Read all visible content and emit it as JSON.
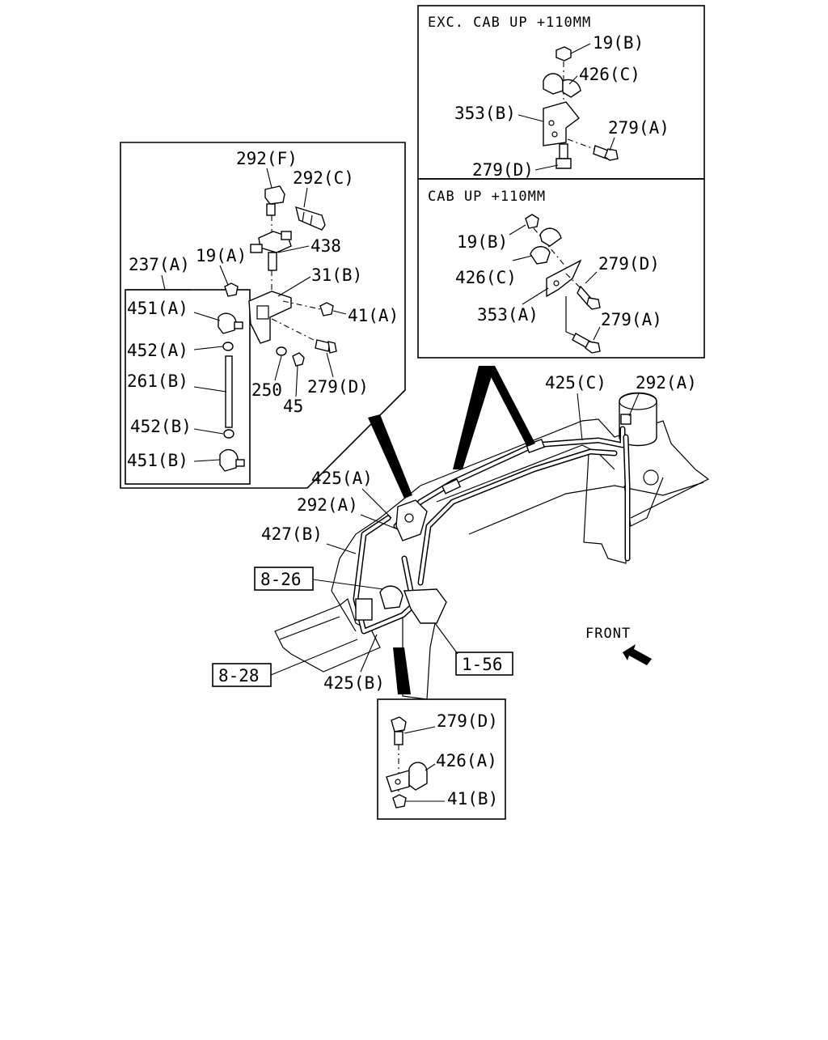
{
  "inset_top_right_upper": {
    "header": "EXC. CAB UP +110MM",
    "labels": [
      "19(B)",
      "426(C)",
      "353(B)",
      "279(A)",
      "279(D)"
    ]
  },
  "inset_top_right_lower": {
    "header": "CAB UP +110MM",
    "labels": [
      "19(B)",
      "426(C)",
      "279(D)",
      "353(A)",
      "279(A)"
    ]
  },
  "inset_left": {
    "labels": [
      "292(F)",
      "292(C)",
      "438",
      "19(A)",
      "31(B)",
      "237(A)",
      "41(A)",
      "451(A)",
      "452(A)",
      "250",
      "279(D)",
      "261(B)",
      "45",
      "452(B)",
      "451(B)"
    ]
  },
  "main": {
    "labels": [
      "425(C)",
      "292(A)",
      "425(A)",
      "292(A)",
      "427(B)",
      "425(B)"
    ],
    "ref_boxes": [
      "8-26",
      "8-28",
      "1-56"
    ],
    "front_label": "FRONT"
  },
  "inset_bottom": {
    "labels": [
      "279(D)",
      "426(A)",
      "41(B)"
    ]
  }
}
